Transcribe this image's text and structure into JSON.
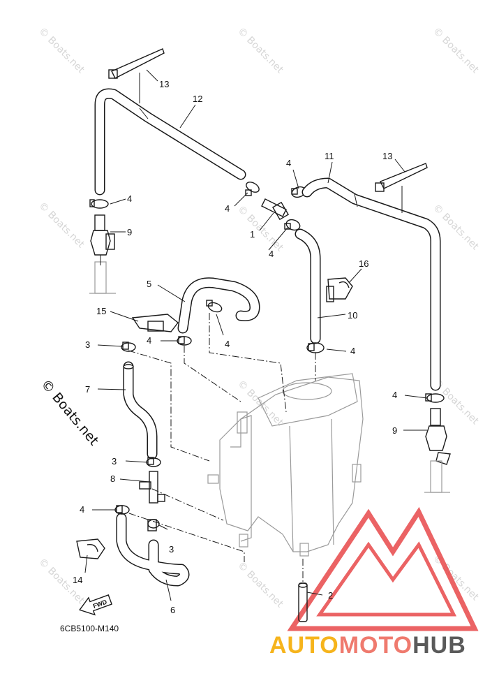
{
  "diagram": {
    "part_code": "6CB5100-M140",
    "watermark_text": "© Boats.net",
    "watermark_large": "© Boats.net",
    "fwd_label": "FWD",
    "callouts": [
      "13",
      "12",
      "4",
      "9",
      "11",
      "13",
      "4",
      "4",
      "1",
      "4",
      "16",
      "5",
      "10",
      "15",
      "4",
      "4",
      "3",
      "4",
      "7",
      "4",
      "9",
      "3",
      "8",
      "4",
      "3",
      "14",
      "6",
      "2"
    ]
  },
  "brand": {
    "part1": "AUTO",
    "part2": "MOTO",
    "part3": "HUB",
    "colors": {
      "auto": "#f6b41c",
      "moto": "#ef7a6e",
      "hub": "#5a5a5a",
      "logo": "#e8484a"
    }
  }
}
